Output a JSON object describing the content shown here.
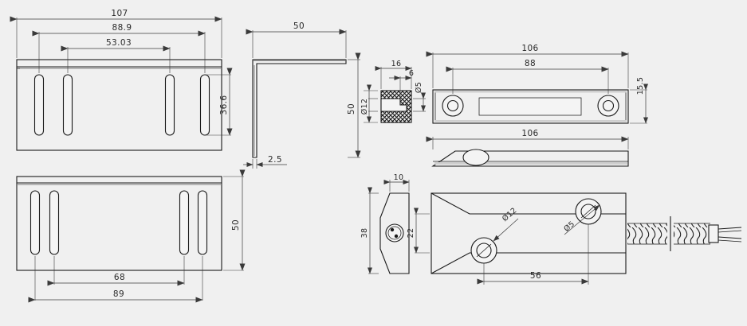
{
  "drawing": {
    "title": "Magnetic contact sensor and mounting bracket technical drawing",
    "background_color": "#f0f0f0",
    "line_color": "#1a1a1a",
    "dim_color": "#3a3a3a",
    "units": "mm (implied, unmarked)"
  },
  "views": {
    "bracket_front": {
      "name": "bracket-front-view",
      "dimensions": {
        "overall_width": "107",
        "outer_slot_span": "88.9",
        "inner_slot_span": "53.03",
        "slot_length": "36.6"
      },
      "slot_count": 4
    },
    "bracket_side": {
      "name": "bracket-side-profile-view",
      "dimensions": {
        "leg_horizontal": "50",
        "leg_vertical": "50",
        "material_thickness": "2.5"
      }
    },
    "bracket_plan": {
      "name": "bracket-plan-view",
      "dimensions": {
        "height": "50",
        "inner_slot_span": "68",
        "outer_slot_span": "89"
      },
      "slot_count": 4
    },
    "sensor_end_section": {
      "name": "sensor-end-section-view",
      "dimensions": {
        "body_width": "16",
        "inner_width": "6",
        "bore_large": "Ø12",
        "bore_small": "Ø5"
      }
    },
    "sensor_front": {
      "name": "sensor-front-view",
      "dimensions": {
        "overall_length": "106",
        "hole_centre_span": "88",
        "body_height": "15.5"
      }
    },
    "sensor_edge": {
      "name": "sensor-edge-view",
      "dimensions": {
        "overall_length": "106"
      }
    },
    "magnet_end_section": {
      "name": "magnet-end-section-view",
      "dimensions": {
        "thickness": "10",
        "height": "38"
      }
    },
    "magnet_plan": {
      "name": "magnet-plan-view",
      "dimensions": {
        "hole_offset": "22",
        "hole_centre_span": "56",
        "counterbore_large": "Ø12",
        "through_hole": "Ø5"
      },
      "has_cable": true
    }
  },
  "labels": {
    "d107": "107",
    "d889": "88.9",
    "d5303": "53.03",
    "d366": "36.6",
    "d50_h": "50",
    "d50_v": "50",
    "d25": "2.5",
    "d50_plan": "50",
    "d68": "68",
    "d89": "89",
    "d16": "16",
    "d6": "6",
    "dia12_sec": "Ø12",
    "dia5_sec": "Ø5",
    "d106_front": "106",
    "d88": "88",
    "d155": "15.5",
    "d106_edge": "106",
    "d10": "10",
    "d38": "38",
    "d22": "22",
    "d56": "56",
    "dia12_plan": "Ø12",
    "dia5_plan": "Ø5"
  }
}
